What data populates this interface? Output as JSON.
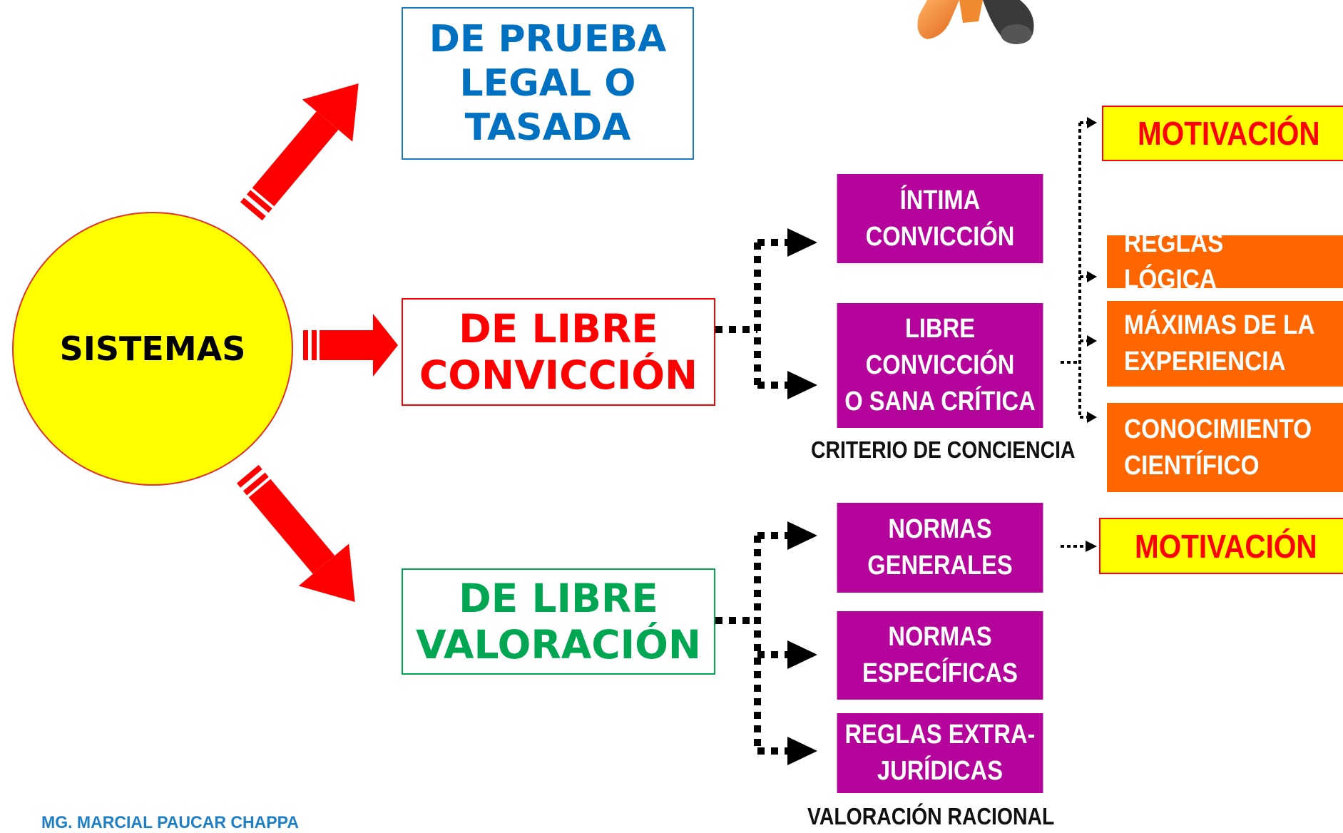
{
  "center": {
    "label": "SISTEMAS"
  },
  "systems": [
    {
      "label": "DE PRUEBA\nLEGAL O\nTASADA",
      "color": "#0070c0"
    },
    {
      "label": "DE LIBRE\nCONVICCIÓN",
      "color": "#ff0000"
    },
    {
      "label": "DE LIBRE\nVALORACIÓN",
      "color": "#00a651"
    }
  ],
  "conviccion": {
    "intima": "ÍNTIMA\nCONVICCIÓN",
    "libre": "LIBRE\nCONVICCIÓN\nO SANA CRÍTICA",
    "caption": "CRITERIO DE CONCIENCIA",
    "motivacion": "MOTIVACIÓN",
    "reglas_logica": "REGLAS LÓGICA",
    "maximas": "MÁXIMAS DE LA\nEXPERIENCIA",
    "conocimiento": "CONOCIMIENTO\nCIENTÍFICO"
  },
  "valoracion": {
    "normas_generales": "NORMAS\nGENERALES",
    "normas_especificas": "NORMAS\nESPECÍFICAS",
    "reglas_extra": "REGLAS EXTRA-\nJURÍDICAS",
    "caption": "VALORACIÓN RACIONAL",
    "motivacion": "MOTIVACIÓN"
  },
  "author": "MG. MARCIAL PAUCAR CHAPPA",
  "colors": {
    "circle_fill": "#ffff00",
    "arrow_red": "#ff0000",
    "magenta": "#b4049b",
    "orange": "#ff6600",
    "yellow": "#ffff00",
    "author_blue": "#1f7fc4"
  }
}
